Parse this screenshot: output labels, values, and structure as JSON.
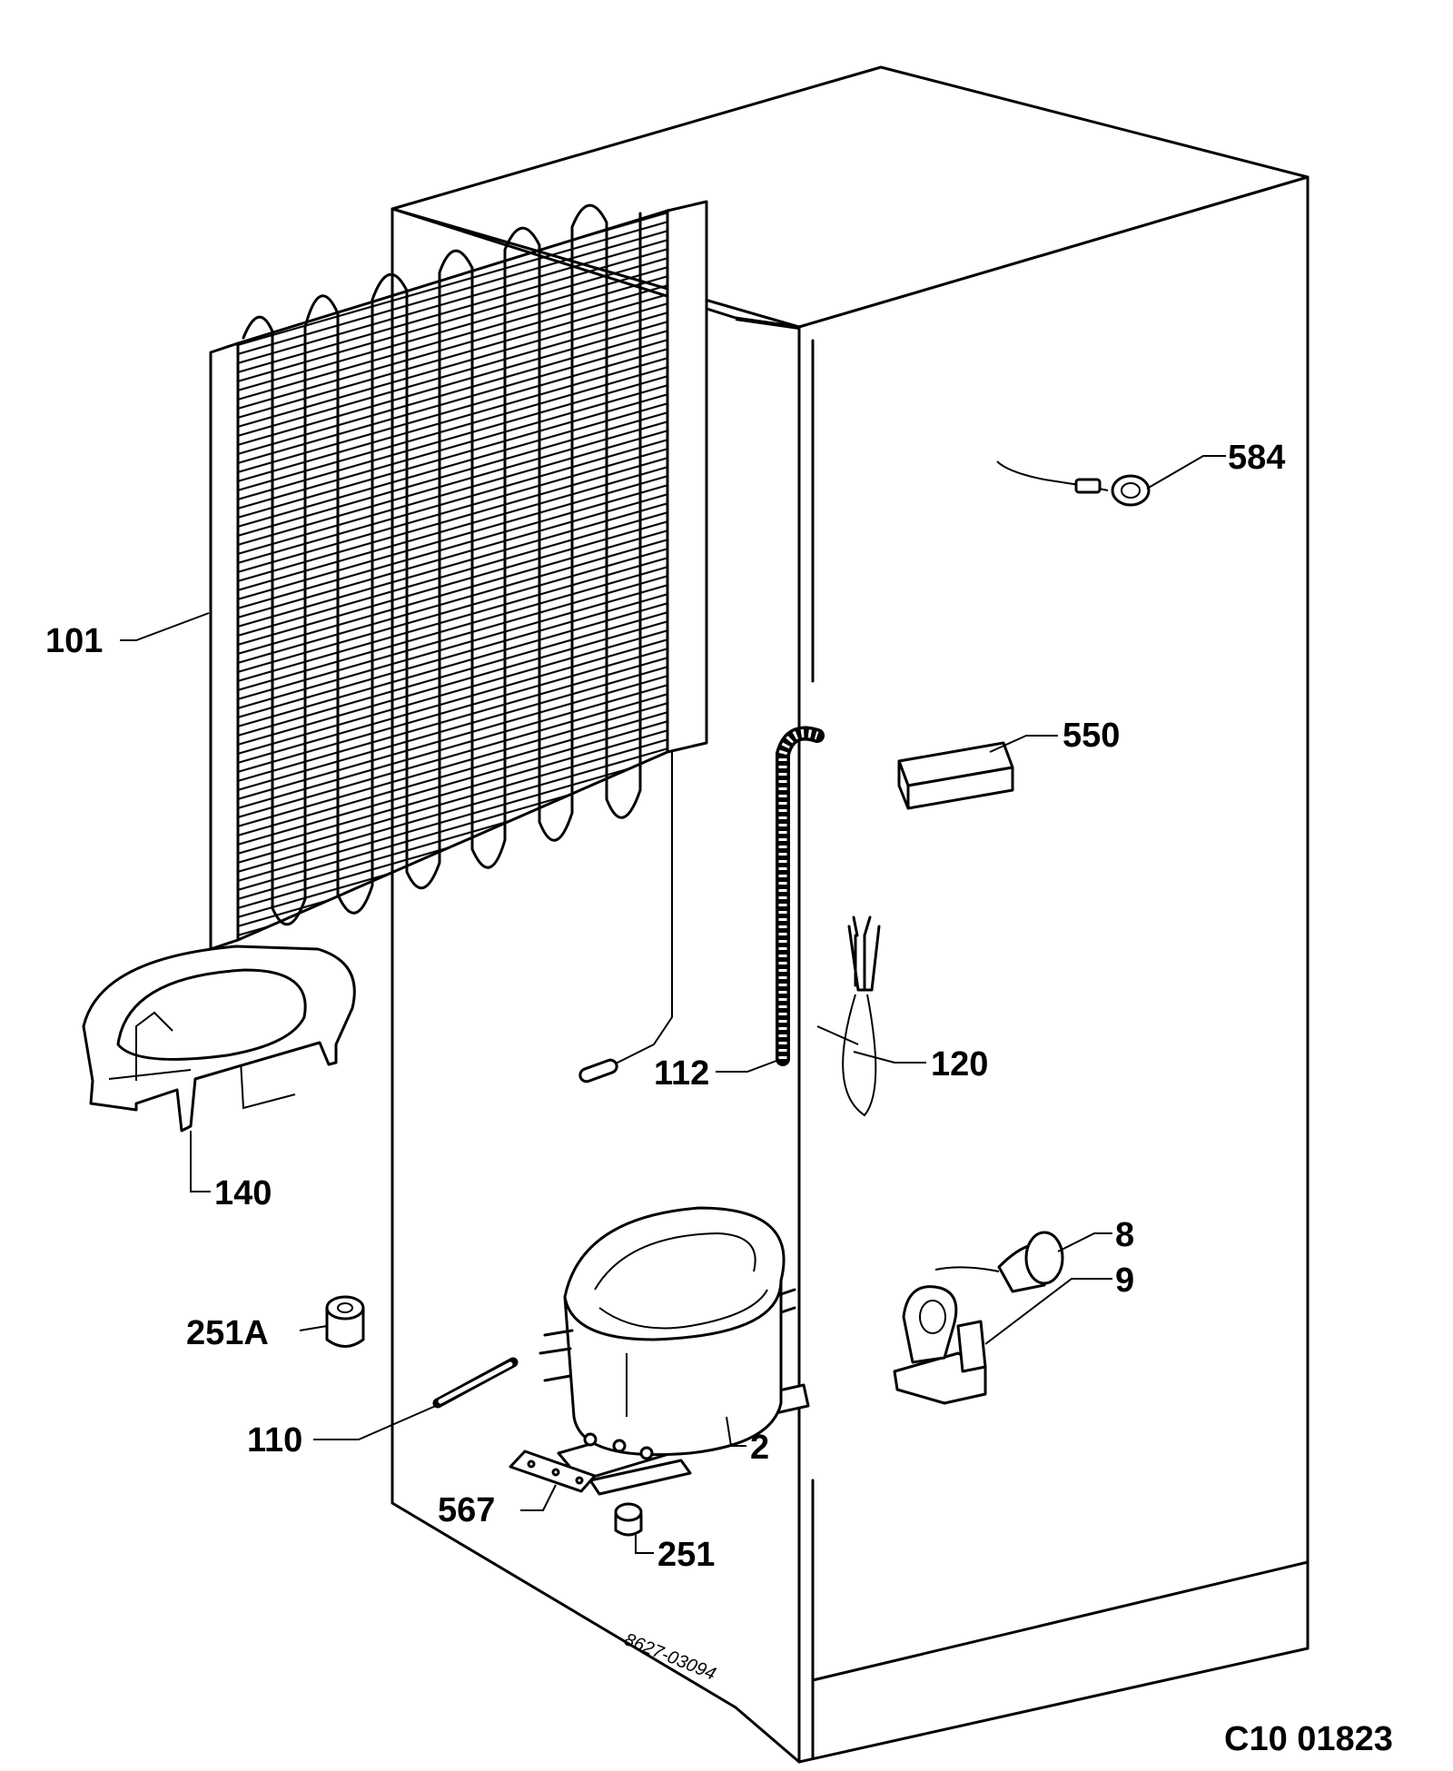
{
  "labels": {
    "p584": "584",
    "p101": "101",
    "p550": "550",
    "p112": "112",
    "p120": "120",
    "p140": "140",
    "p8": "8",
    "p9": "9",
    "p251a": "251A",
    "p110": "110",
    "p2": "2",
    "p567": "567",
    "p251": "251"
  },
  "drawing_code": "C10 01823",
  "stamp_number": "8627-03094"
}
